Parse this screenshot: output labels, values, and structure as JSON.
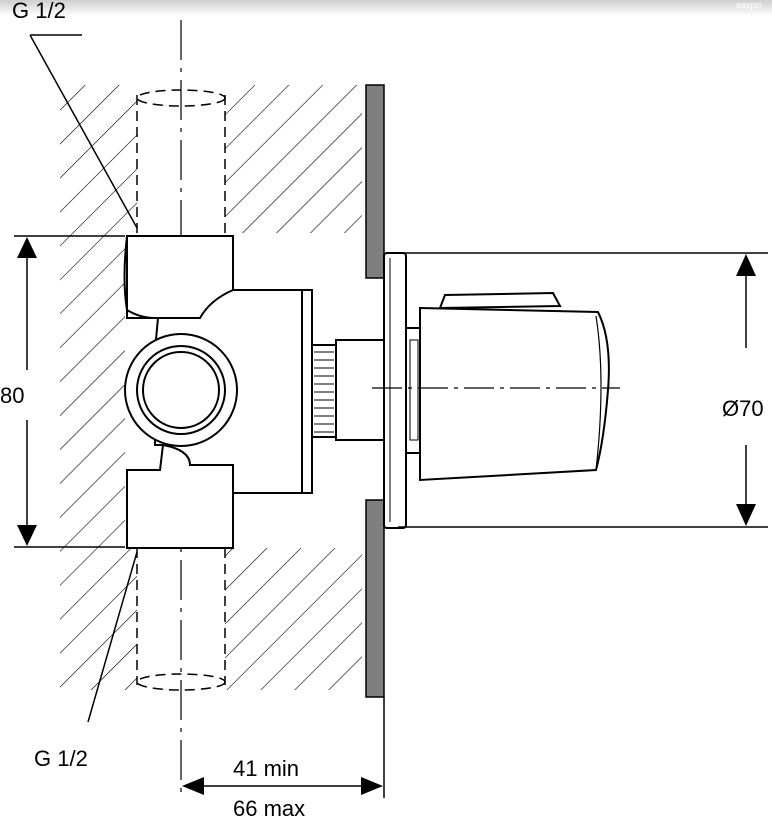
{
  "header": {
    "brand": "eaxpsi"
  },
  "labels": {
    "thread_top": "G 1/2",
    "thread_bottom": "G 1/2",
    "height_dim": "80",
    "diameter_dim": "Ø70",
    "depth_min": "41 min",
    "depth_max": "66 max"
  },
  "colors": {
    "line": "#000000",
    "wall": "#7f7f7f",
    "background": "#ffffff"
  }
}
